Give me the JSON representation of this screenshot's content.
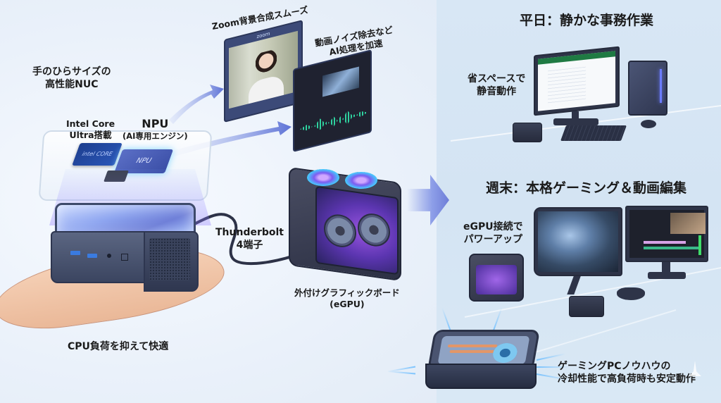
{
  "colors": {
    "left_bg": "#eef3fa",
    "right_bg": "#d6e6f4",
    "accent_blue": "#6e7ed8",
    "npu_glow": "#7fd6ff",
    "egpu_purple": "#9a55e0",
    "text": "#1a1a1a"
  },
  "left": {
    "nuc_caption_line1": "手のひらサイズの",
    "nuc_caption_line2": "高性能NUC",
    "intel_line1": "Intel Core",
    "intel_line2": "Ultra搭載",
    "intel_chip_text": "intel CORE",
    "npu_title": "NPU",
    "npu_subtitle": "(AI専用エンジン)",
    "npu_chip_text": "NPU",
    "zoom_caption": "Zoom背景合成スムーズ",
    "zoom_app_label": "zoom",
    "noise_line1": "動画ノイズ除去など",
    "noise_line2": "AI処理を加速",
    "thunderbolt_line1": "Thunderbolt",
    "thunderbolt_line2": "4端子",
    "egpu_line1": "外付けグラフィックボード",
    "egpu_line2": "(eGPU)",
    "cpu_caption": "CPU負荷を抑えて快適"
  },
  "right": {
    "weekday_title": "平日：静かな事務作業",
    "weekday_note_line1": "省スペースで",
    "weekday_note_line2": "静音動作",
    "weekend_title": "週末：本格ゲーミング＆動画編集",
    "weekend_note_line1": "eGPU接続で",
    "weekend_note_line2": "パワーアップ",
    "cooling_line1": "ゲーミングPCノウハウの",
    "cooling_line2": "冷却性能で高負荷時も安定動作"
  },
  "icons": {
    "transition_arrow": "arrow-right-icon",
    "flow_arrows": "arrow-up-right-icon"
  }
}
